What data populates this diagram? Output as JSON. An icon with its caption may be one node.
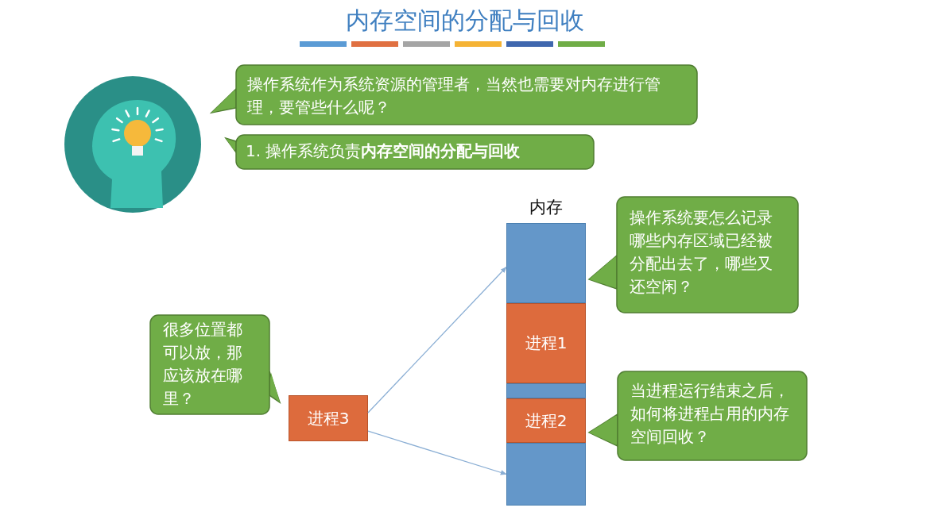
{
  "diagram": {
    "title": "内存空间的分配与回收",
    "nodes": [
      {
        "text": [
          "操作系统作为系统资源的管理者，当然也需要对内存进行管理，要管些什么呢？"
        ]
      },
      {
        "text": [
          "1. 操作系统负责**内存空间的分配与回收**"
        ]
      },
      {
        "text": [
          "内存"
        ]
      },
      {
        "text": [],
        "shape": "box",
        "in": 2
      },
      {
        "text": [
          "进程1"
        ],
        "in": 2
      },
      {
        "text": [],
        "shape": "box",
        "in": 2
      },
      {
        "text": [
          "进程2"
        ],
        "in": 2
      },
      {
        "text": [],
        "shape": "box",
        "in": 2
      },
      {
        "text": [
          "操作系统要怎么记录哪些内存区域已经被分配出去了，哪些又还空闲？"
        ]
      },
      {
        "text": [
          "很多位置都可以放，那应该放在哪里？"
        ]
      },
      {
        "text": [
          "进程3"
        ]
      },
      {
        "text": [
          "当进程运行结束之后，如何将进程占用的内存空间回收？"
        ]
      }
    ],
    "edges": [
      {
        "from": 10,
        "to": 3,
        "arrow": "to"
      },
      {
        "from": 10,
        "to": 7,
        "arrow": "to"
      }
    ]
  }
}
